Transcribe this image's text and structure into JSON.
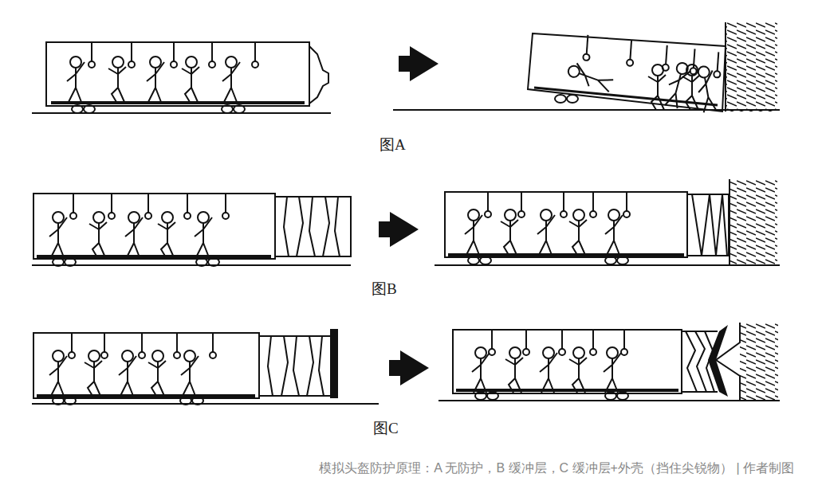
{
  "diagram": {
    "caption": "模拟头盔防护原理：A 无防护，B 缓冲层，C 缓冲层+外壳（挡住尖锐物） | 作者制图",
    "labels": [
      "图A",
      "图B",
      "图C"
    ]
  }
}
